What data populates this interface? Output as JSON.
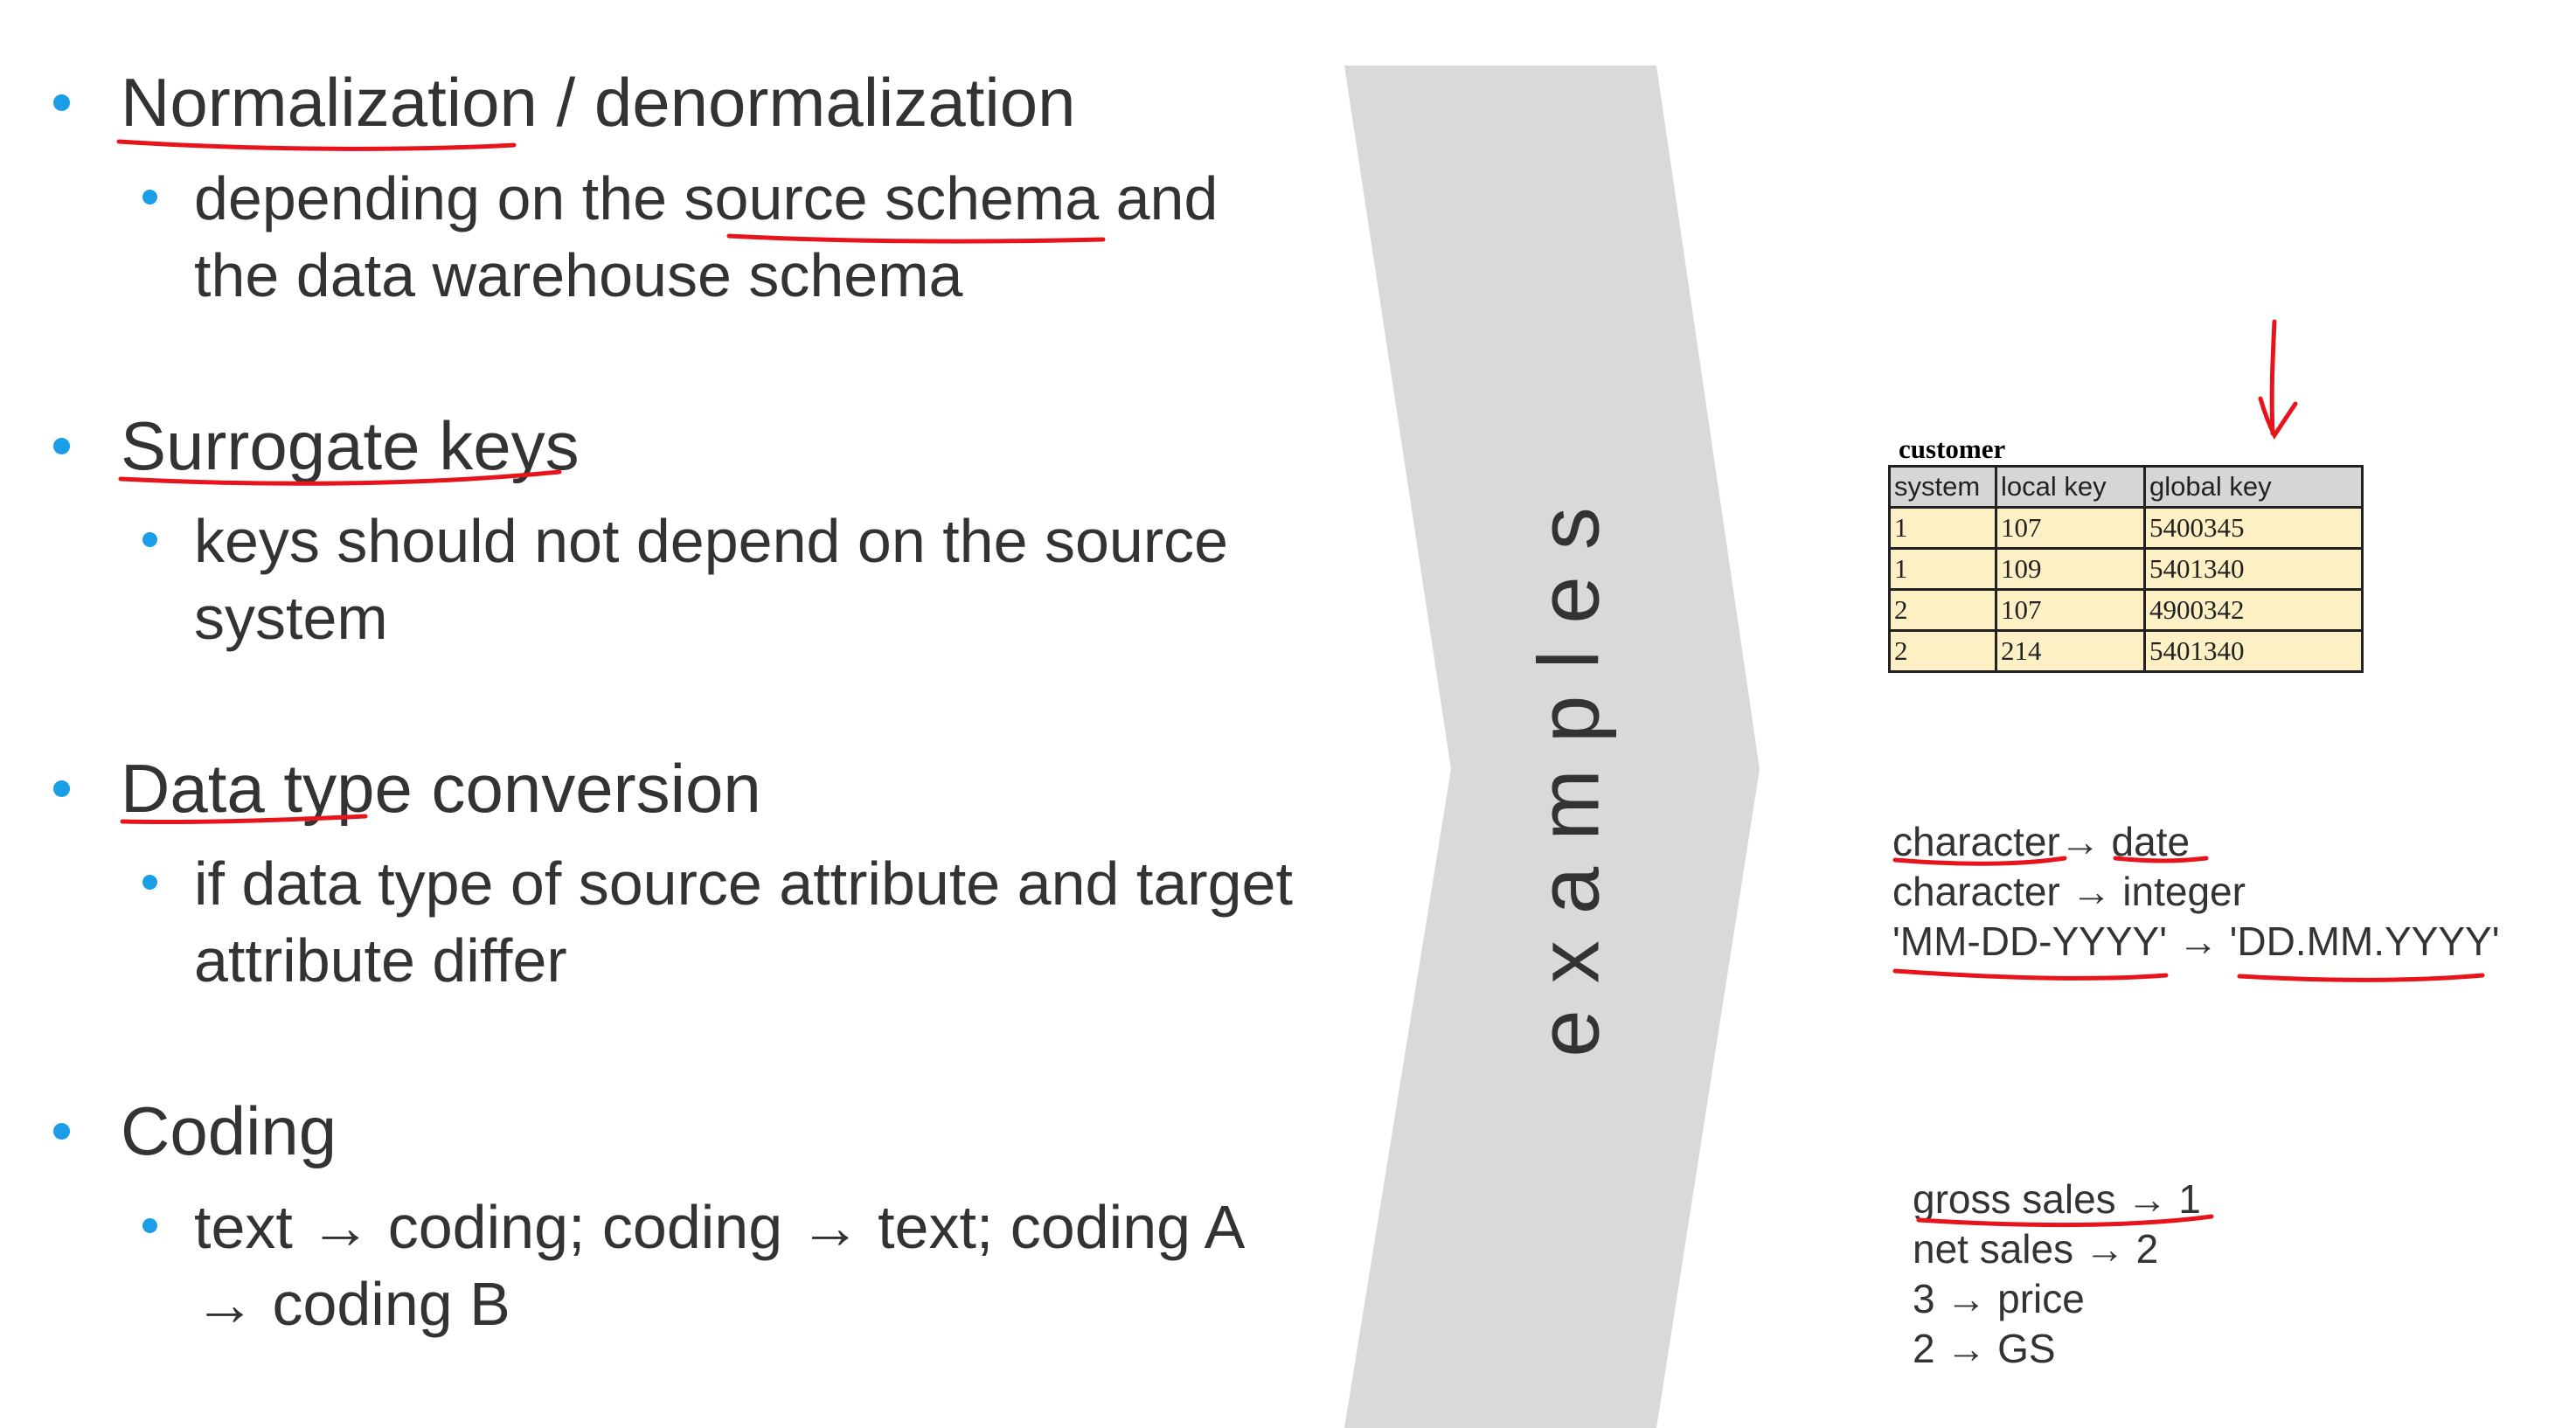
{
  "bullets": [
    {
      "heading": "Normalization / denormalization",
      "sub": [
        "depending on the source schema and",
        "the data warehouse schema"
      ]
    },
    {
      "heading": "Surrogate keys",
      "sub": [
        "keys should not depend on the source",
        "system"
      ]
    },
    {
      "heading": "Data type conversion",
      "sub": [
        "if data type of source attribute and target",
        "attribute differ"
      ]
    },
    {
      "heading": "Coding",
      "sub": [
        "text → coding; coding → text; coding A",
        "→ coding B"
      ]
    }
  ],
  "chevron_label": "examples",
  "table": {
    "title": "customer",
    "headers": [
      "system",
      "local key",
      "global key"
    ],
    "rows": [
      [
        "1",
        "107",
        "5400345"
      ],
      [
        "1",
        "109",
        "5401340"
      ],
      [
        "2",
        "107",
        "4900342"
      ],
      [
        "2",
        "214",
        "5401340"
      ]
    ]
  },
  "conversion_examples": [
    "character→ date",
    "character → integer",
    "'MM-DD-YYYY' → 'DD.MM.YYYY'"
  ],
  "coding_examples": [
    "gross sales → 1",
    "net sales → 2",
    "3 → price",
    "2 → GS"
  ],
  "colors": {
    "bullet": "#1a9ee8",
    "annotation": "#e8141b",
    "chevron": "#d9d9d9",
    "table_header": "#d6d6d6",
    "table_cell": "#fdf0c4"
  }
}
